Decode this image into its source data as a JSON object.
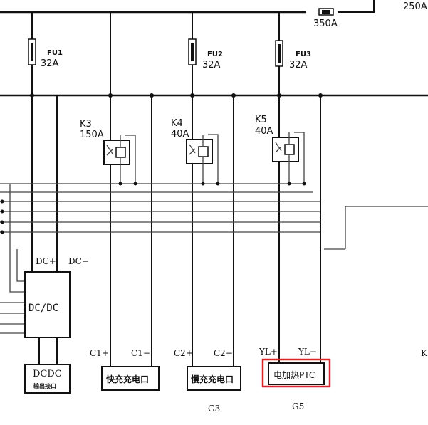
{
  "fuses": [
    {
      "name": "FU1",
      "rating": "32A"
    },
    {
      "name": "FU2",
      "rating": "32A"
    },
    {
      "name": "FU3",
      "rating": "32A"
    },
    {
      "name": "",
      "rating": "350A"
    }
  ],
  "top_right_rating": "250A",
  "relays": [
    {
      "name": "K3",
      "rating": "150A"
    },
    {
      "name": "K4",
      "rating": "40A"
    },
    {
      "name": "K5",
      "rating": "40A"
    }
  ],
  "dcdc": {
    "label": "DC/DC",
    "pin_pos": "DC+",
    "pin_neg": "DC−",
    "output_title": "DCDC",
    "output_sub": "输出接口"
  },
  "ports": [
    {
      "name": "快充充电口",
      "pin_pos": "C1+",
      "pin_neg": "C1−",
      "group": ""
    },
    {
      "name": "慢充充电口",
      "pin_pos": "C2+",
      "pin_neg": "C2−",
      "group": "G3"
    },
    {
      "name": "电加热PTC",
      "pin_pos": "YL+",
      "pin_neg": "YL−",
      "group": "G5"
    }
  ],
  "right_edge_label": "K"
}
